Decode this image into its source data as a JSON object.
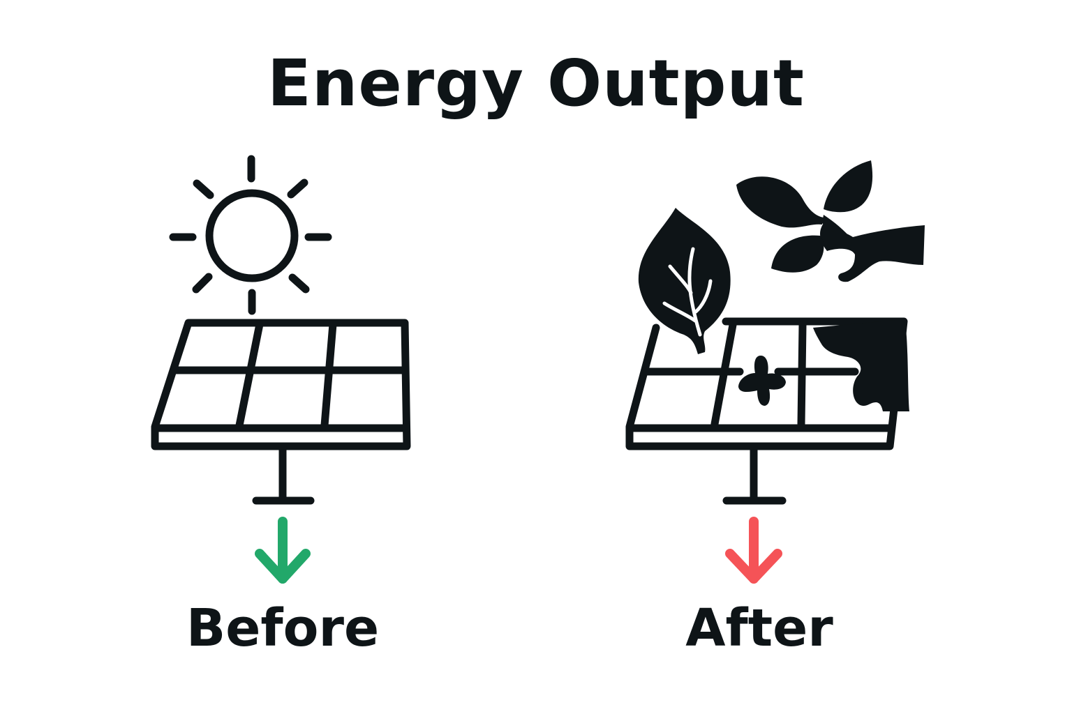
{
  "title": "Energy Output",
  "panels": [
    {
      "label": "Before",
      "arrow_color": "#22a86a",
      "arrow_direction": "down",
      "icons": [
        "sun-icon",
        "solar-panel-icon"
      ]
    },
    {
      "label": "After",
      "arrow_color": "#f55357",
      "arrow_direction": "down",
      "icons": [
        "leaf-icon",
        "branch-icon",
        "covered-solar-panel-icon"
      ]
    }
  ],
  "colors": {
    "ink": "#0e1417",
    "before_arrow": "#22a86a",
    "after_arrow": "#f55357",
    "background": "#ffffff"
  }
}
